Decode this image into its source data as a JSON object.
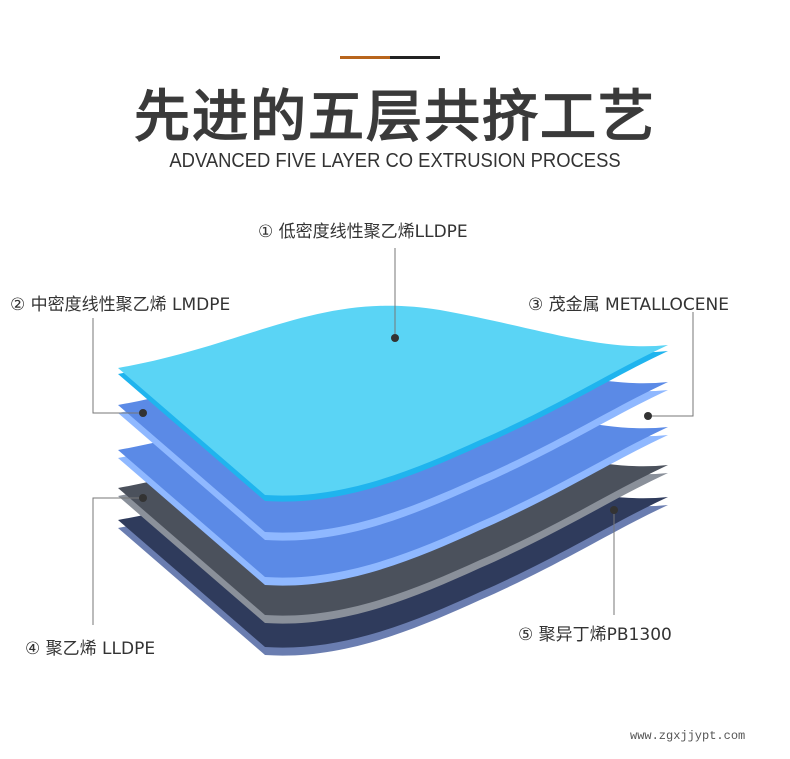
{
  "header": {
    "title": "先进的五层共挤工艺",
    "subtitle": "ADVANCED FIVE LAYER CO EXTRUSION PROCESS",
    "accent_colors": [
      "#b8651c",
      "#222222"
    ]
  },
  "layers": [
    {
      "label": "① 低密度线性聚乙烯LLDPE",
      "color": "#5ad4f5"
    },
    {
      "label": "② 中密度线性聚乙烯 LMDPE",
      "color": "#5b8ae6"
    },
    {
      "label": "③ 茂金属 METALLOCENE",
      "color": "#6a9cf0"
    },
    {
      "label": "④ 聚乙烯 LLDPE",
      "color": "#4b515c"
    },
    {
      "label": "⑤ 聚异丁烯PB1300",
      "color": "#2f3b5c"
    }
  ],
  "watermark": "www.zgxjjypt.com"
}
